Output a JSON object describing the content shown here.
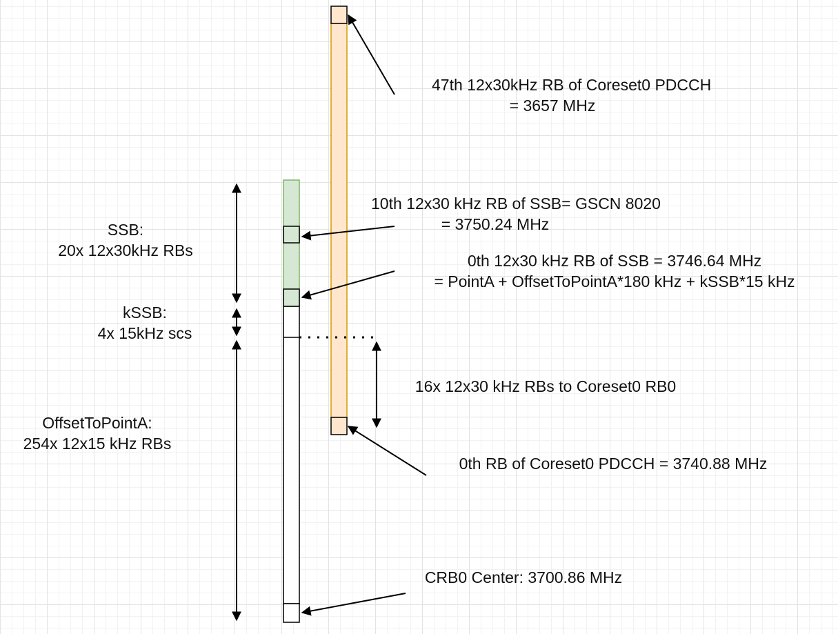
{
  "labels": {
    "coreset_rb47": {
      "line1": "47th 12x30kHz RB of Coreset0 PDCCH",
      "line2": "= 3657 MHz"
    },
    "ssb_rb10": {
      "line1": "10th 12x30 kHz RB of SSB= GSCN 8020",
      "line2": "= 3750.24 MHz"
    },
    "ssb_rb0": {
      "line1": "0th 12x30 kHz RB of SSB = 3746.64 MHz",
      "line2": "= PointA + OffsetToPointA*180 kHz + kSSB*15 kHz"
    },
    "coreset_offset": {
      "line1": "16x 12x30 kHz RBs to Coreset0 RB0"
    },
    "coreset_rb0": {
      "line1": "0th RB of Coreset0 PDCCH =  3740.88 MHz"
    },
    "crb0": {
      "line1": "CRB0 Center: 3700.86 MHz"
    },
    "ssb_span": {
      "line1": "SSB:",
      "line2": "20x 12x30kHz RBs"
    },
    "kssb_span": {
      "line1": "kSSB:",
      "line2": "4x 15kHz scs"
    },
    "offset_span": {
      "line1": "OffsetToPointA:",
      "line2": "254x 12x15 kHz RBs"
    }
  },
  "colors": {
    "coreset_fill": "#ffe6cc",
    "coreset_stroke": "#d79b00",
    "ssb_fill": "#d5e8d4",
    "ssb_stroke": "#82b366",
    "grid_fill": "#ffffff",
    "line": "#000000"
  }
}
